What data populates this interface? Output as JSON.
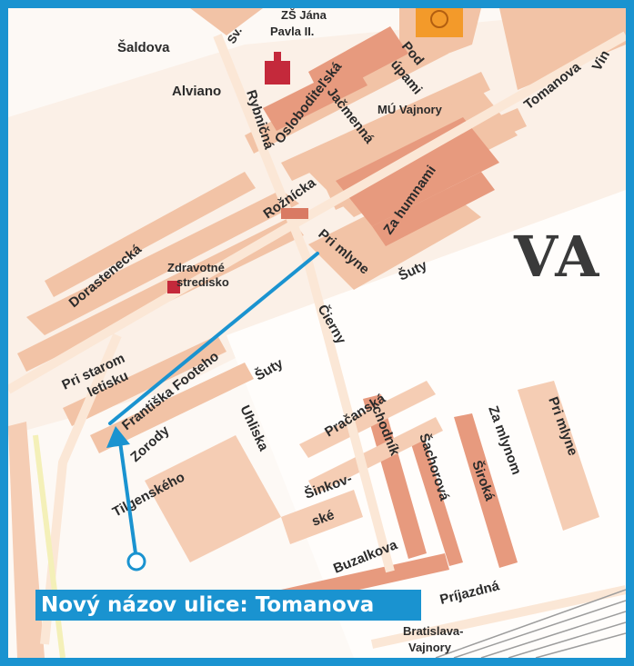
{
  "map": {
    "district_label": "VA",
    "labels": {
      "saidova": "Šaldova",
      "alviano": "Alviano",
      "sv": "Sv.",
      "zs": "ZŠ Jána",
      "pavla": "Pavla II.",
      "osloboditelska": "Osloboditeľská",
      "pod_upami": "Pod",
      "pod_upami2": "úpami",
      "jacmenna": "Jačmenná",
      "mu_vajnory": "MÚ Vajnory",
      "rybnicna": "Rybničná",
      "roznicka": "Rožnícka",
      "za_humnami": "Za humnami",
      "tomanova": "Tomanova",
      "dorastenecka": "Dorastenecká",
      "zdravotne1": "Zdravotné",
      "zdravotne2": "stredisko",
      "pri_mlyne": "Pri mlyne",
      "suty1": "Šuty",
      "pri_starom1": "Pri starom",
      "pri_starom2": "letisku",
      "frantiska_footeho": "Františka Footeho",
      "suty2": "Šuty",
      "cierny": "Čierny",
      "zorody": "Zorody",
      "uhliska": "Uhliska",
      "pracanska": "Pračanská",
      "chodnik": "chodník",
      "sachorova": "Šachorová",
      "za_mlynom": "Za mlynom",
      "pri_mlyne2": "Pri mlyne",
      "tilgnerova": "Tilgenského",
      "sinkovske1": "Šinkov-",
      "sinkovske2": "ské",
      "buzalkova": "Buzalkova",
      "siroka": "Široká",
      "prijazdna": "Príjazdná",
      "station1": "Bratislava-",
      "station2": "Vajnory",
      "vin": "Vin"
    }
  },
  "colors": {
    "accent": "#1a93d0",
    "block": "#f2c3a6",
    "block_dark": "#d9705d",
    "road": "#fbe7d6",
    "church": "#c4293b",
    "school": "#f39a2a"
  },
  "caption": "Nový názov ulice: Tomanova"
}
